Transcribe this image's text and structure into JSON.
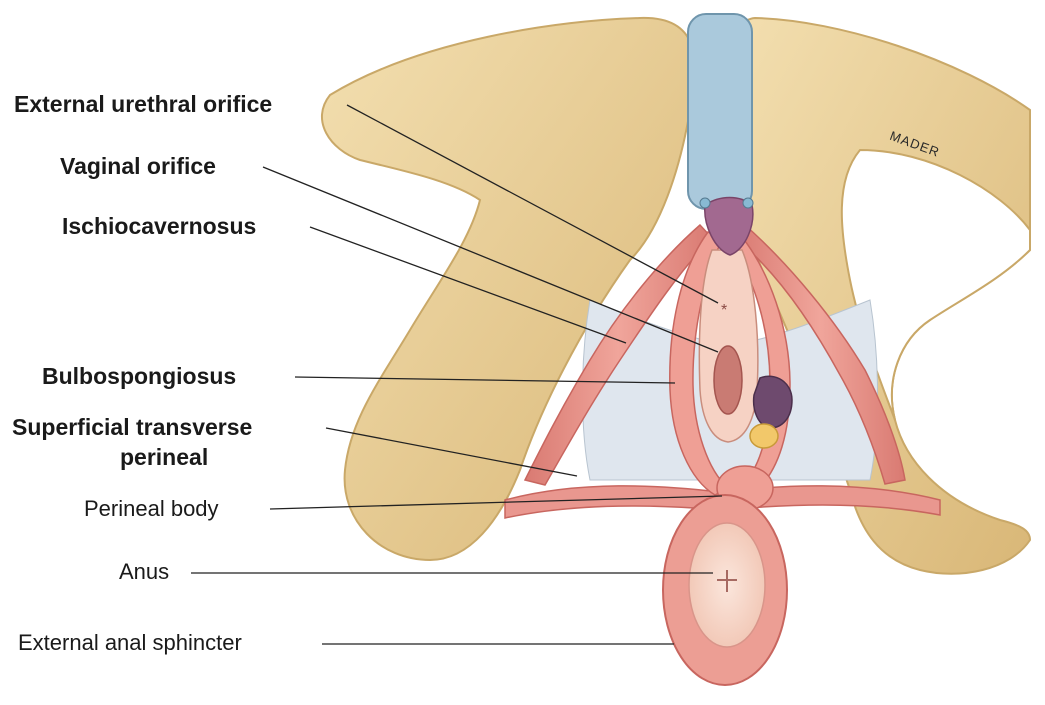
{
  "labels": {
    "external_urethral_orifice": "External urethral orifice",
    "vaginal_orifice": "Vaginal orifice",
    "ischiocavernosus": "Ischiocavernosus",
    "bulbospongiosus": "Bulbospongiosus",
    "superficial_transverse_line1": "Superficial transverse",
    "superficial_transverse_line2": "perineal",
    "perineal_body": "Perineal body",
    "anus": "Anus",
    "external_anal_sphincter": "External anal sphincter"
  },
  "signature": "MADER",
  "colors": {
    "bone": "#ecd39b",
    "bone_shadow": "#c9a868",
    "muscle": "#e9978f",
    "muscle_dark": "#c8665f",
    "membrane": "#dfe6ee",
    "urethra_tube": "#aac9dc",
    "clitoris": "#a26990",
    "gland": "#6e4a6e",
    "skin_pink": "#f6d2c4"
  }
}
